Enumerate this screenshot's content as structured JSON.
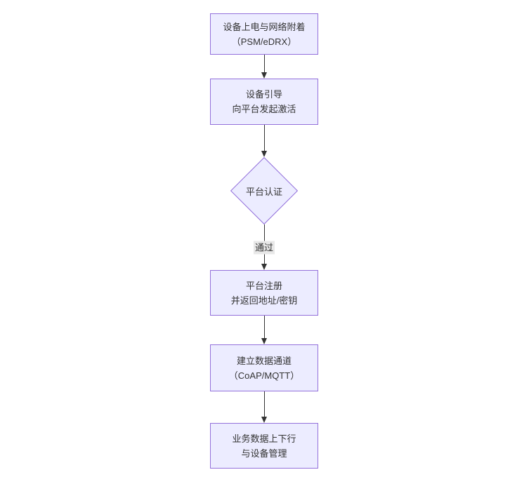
{
  "diagram": {
    "type": "flowchart",
    "direction": "top-down",
    "colors": {
      "background": "#ffffff",
      "node_fill": "#ECECFF",
      "node_border": "#9370DB",
      "arrow": "#333333",
      "text": "#333333",
      "edge_label_bg": "#e8e8e8"
    },
    "nodes": [
      {
        "id": "n1",
        "type": "rect",
        "lines": [
          "设备上电与网络附着",
          "（PSM/eDRX）"
        ]
      },
      {
        "id": "n2",
        "type": "rect",
        "lines": [
          "设备引导",
          "向平台发起激活"
        ]
      },
      {
        "id": "n3",
        "type": "diamond",
        "lines": [
          "平台认证"
        ]
      },
      {
        "id": "n4",
        "type": "rect",
        "lines": [
          "平台注册",
          "并返回地址/密钥"
        ]
      },
      {
        "id": "n5",
        "type": "rect",
        "lines": [
          "建立数据通道",
          "（CoAP/MQTT）"
        ]
      },
      {
        "id": "n6",
        "type": "rect",
        "lines": [
          "业务数据上下行",
          "与设备管理"
        ]
      }
    ],
    "edges": [
      {
        "from": "n1",
        "to": "n2",
        "label": ""
      },
      {
        "from": "n2",
        "to": "n3",
        "label": ""
      },
      {
        "from": "n3",
        "to": "n4",
        "label": "通过"
      },
      {
        "from": "n4",
        "to": "n5",
        "label": ""
      },
      {
        "from": "n5",
        "to": "n6",
        "label": ""
      }
    ]
  }
}
